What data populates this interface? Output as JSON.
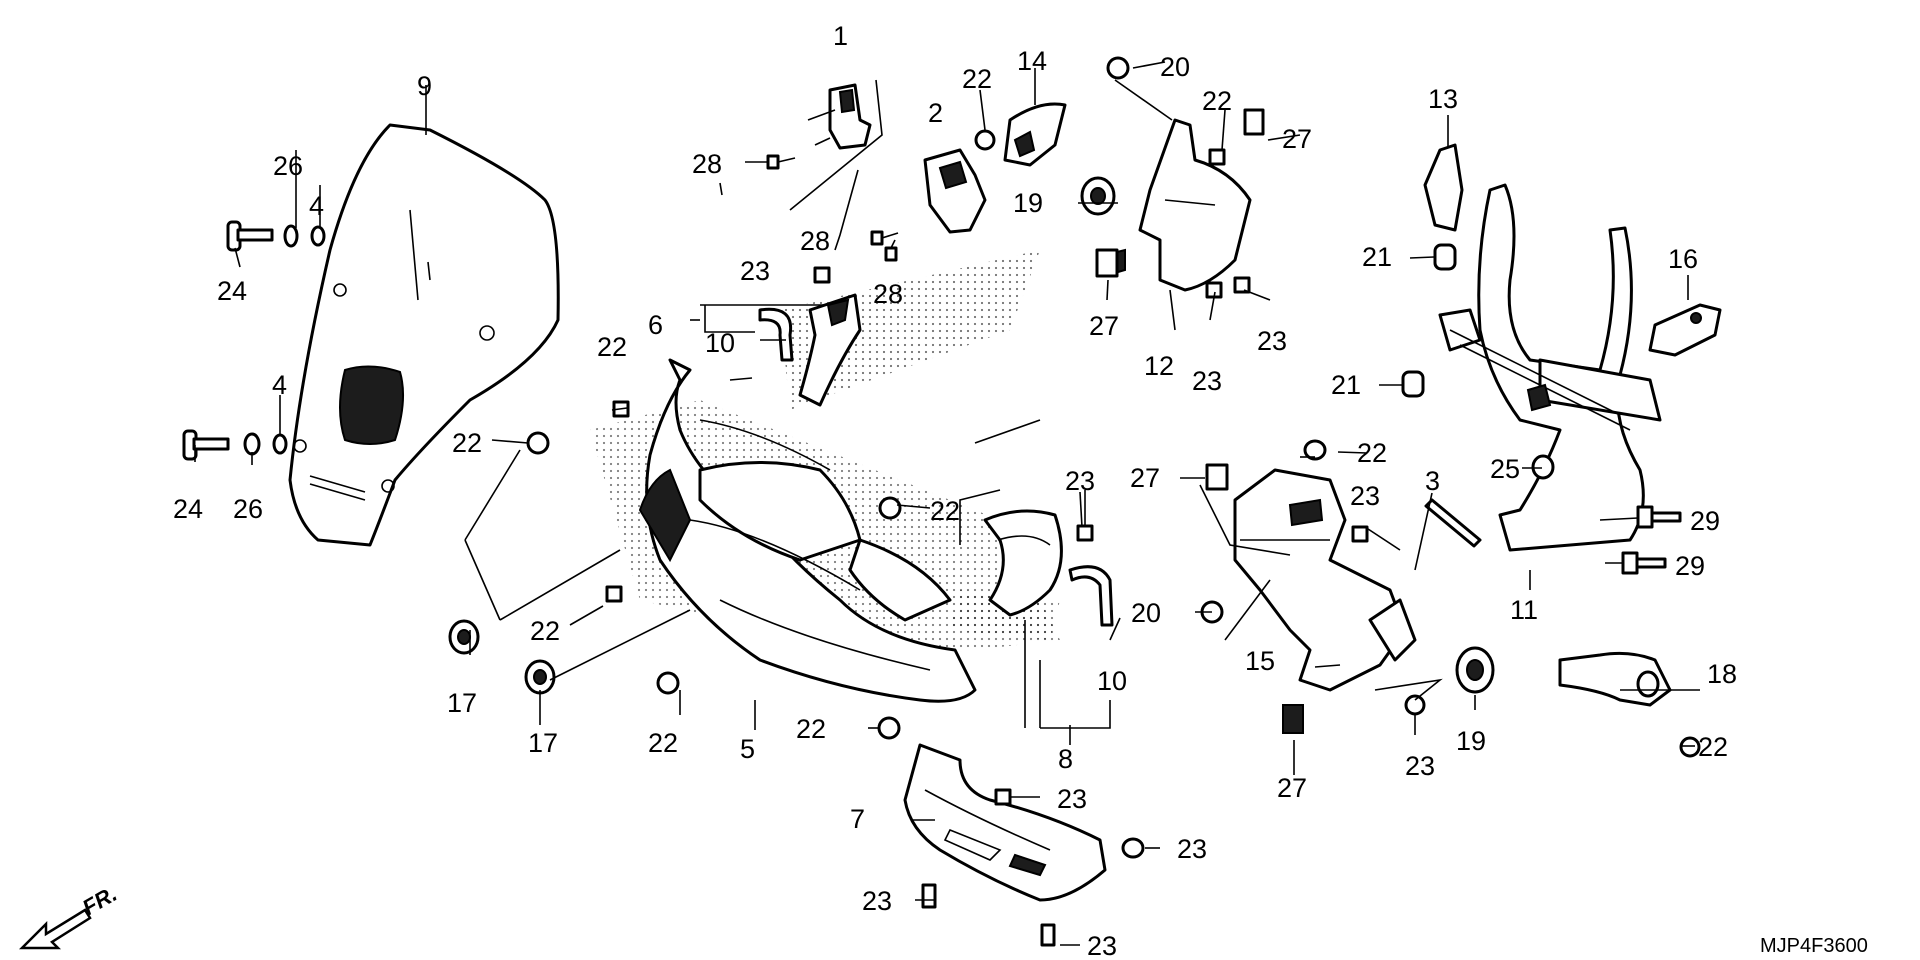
{
  "diagram_code": "MJP4F3600",
  "front_indicator": "FR.",
  "callouts": [
    {
      "id": "c1",
      "text": "1"
    },
    {
      "id": "c2",
      "text": "2"
    },
    {
      "id": "c3",
      "text": "3"
    },
    {
      "id": "c4a",
      "text": "4"
    },
    {
      "id": "c4b",
      "text": "4"
    },
    {
      "id": "c5",
      "text": "5"
    },
    {
      "id": "c6",
      "text": "6"
    },
    {
      "id": "c7",
      "text": "7"
    },
    {
      "id": "c8",
      "text": "8"
    },
    {
      "id": "c9",
      "text": "9"
    },
    {
      "id": "c10a",
      "text": "10"
    },
    {
      "id": "c10b",
      "text": "10"
    },
    {
      "id": "c11",
      "text": "11"
    },
    {
      "id": "c12",
      "text": "12"
    },
    {
      "id": "c13",
      "text": "13"
    },
    {
      "id": "c14",
      "text": "14"
    },
    {
      "id": "c15",
      "text": "15"
    },
    {
      "id": "c16",
      "text": "16"
    },
    {
      "id": "c17a",
      "text": "17"
    },
    {
      "id": "c17b",
      "text": "17"
    },
    {
      "id": "c18",
      "text": "18"
    },
    {
      "id": "c19a",
      "text": "19"
    },
    {
      "id": "c19b",
      "text": "19"
    },
    {
      "id": "c20a",
      "text": "20"
    },
    {
      "id": "c20b",
      "text": "20"
    },
    {
      "id": "c21a",
      "text": "21"
    },
    {
      "id": "c21b",
      "text": "21"
    },
    {
      "id": "c22a",
      "text": "22"
    },
    {
      "id": "c22b",
      "text": "22"
    },
    {
      "id": "c22c",
      "text": "22"
    },
    {
      "id": "c22d",
      "text": "22"
    },
    {
      "id": "c22e",
      "text": "22"
    },
    {
      "id": "c22f",
      "text": "22"
    },
    {
      "id": "c22g",
      "text": "22"
    },
    {
      "id": "c22h",
      "text": "22"
    },
    {
      "id": "c22i",
      "text": "22"
    },
    {
      "id": "c22j",
      "text": "22"
    },
    {
      "id": "c22k",
      "text": "22"
    },
    {
      "id": "c23a",
      "text": "23"
    },
    {
      "id": "c23b",
      "text": "23"
    },
    {
      "id": "c23c",
      "text": "23"
    },
    {
      "id": "c23d",
      "text": "23"
    },
    {
      "id": "c23e",
      "text": "23"
    },
    {
      "id": "c23f",
      "text": "23"
    },
    {
      "id": "c23g",
      "text": "23"
    },
    {
      "id": "c23h",
      "text": "23"
    },
    {
      "id": "c23i",
      "text": "23"
    },
    {
      "id": "c23j",
      "text": "23"
    },
    {
      "id": "c24a",
      "text": "24"
    },
    {
      "id": "c24b",
      "text": "24"
    },
    {
      "id": "c25",
      "text": "25"
    },
    {
      "id": "c26a",
      "text": "26"
    },
    {
      "id": "c26b",
      "text": "26"
    },
    {
      "id": "c27a",
      "text": "27"
    },
    {
      "id": "c27b",
      "text": "27"
    },
    {
      "id": "c27c",
      "text": "27"
    },
    {
      "id": "c27d",
      "text": "27"
    },
    {
      "id": "c28a",
      "text": "28"
    },
    {
      "id": "c28b",
      "text": "28"
    },
    {
      "id": "c28c",
      "text": "28"
    },
    {
      "id": "c29a",
      "text": "29"
    },
    {
      "id": "c29b",
      "text": "29"
    }
  ]
}
